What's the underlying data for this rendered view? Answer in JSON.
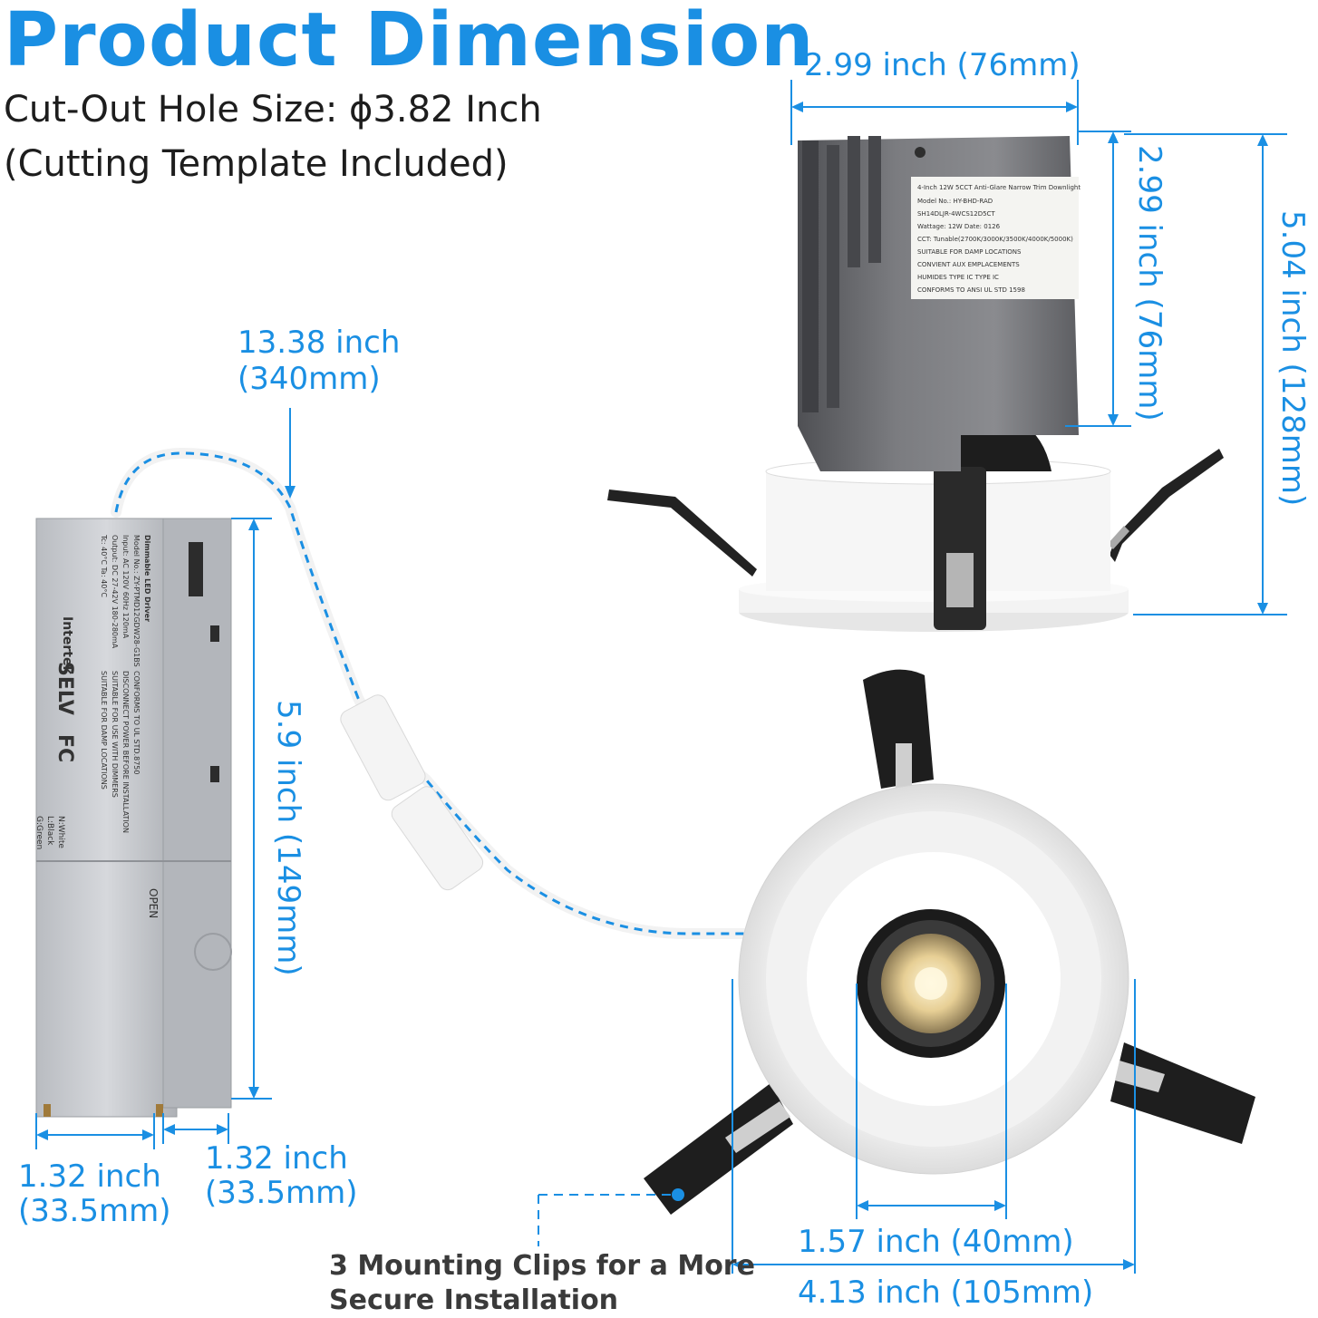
{
  "header": {
    "title": "Product Dimension",
    "cutout": "Cut-Out Hole Size: ϕ3.82 Inch",
    "template": "(Cutting Template Included)"
  },
  "dimensions": {
    "housing_width": "2.99 inch  (76mm)",
    "housing_height": "2.99 inch  (76mm)",
    "total_height": "5.04 inch  (128mm)",
    "cable_length_value": "13.38 inch",
    "cable_length_metric": "(340mm)",
    "driver_length": "5.9 inch  (149mm)",
    "driver_width_value": "1.32 inch",
    "driver_width_metric": "(33.5mm)",
    "driver_depth_value": "1.32 inch",
    "driver_depth_metric": "(33.5mm)",
    "aperture": "1.57 inch  (40mm)",
    "trim_diameter": "4.13 inch  (105mm)"
  },
  "notes": {
    "clips_line1": "3 Mounting Clips for a More",
    "clips_line2": "Secure Installation"
  },
  "colors": {
    "accent": "#1a8fe3",
    "housing": "#6b6c70",
    "trim": "#f7f7f7",
    "driver": "#c9ccd0"
  },
  "product_labels": {
    "housing_label_lines": [
      "4-Inch 12W 5CCT Anti-Glare Narrow Trim Downlight",
      "Model No.: HY-BHD-RAD",
      "SH14DLJR-4WCS12D5CT",
      "Wattage: 12W Date: 0126",
      "CCT: Tunable(2700K/3000K/3500K/4000K/5000K)",
      "SUITABLE FOR DAMP LOCATIONS",
      "CONVIENT AUX EMPLACEMENTS",
      "HUMIDES TYPE IC TYPE IC",
      "CONFORMS TO ANSI UL STD 1598"
    ],
    "driver_label_title": "Dimmable LED Driver",
    "driver_label_lines": [
      "Model No.: ZY-PTMD12GDW28-G1BS",
      "Input: AC 120V 60Hz 120mA",
      "Output: DC 27-42V 180-280mA",
      "Tc: 40°C  Ta: 40°C",
      "CONFORMS TO UL STD.8750",
      "DISCONNECT POWER BEFORE INSTALLATION",
      "SUITABLE FOR USE WITH DIMMERS",
      "SUITABLE FOR DAMP LOCATIONS"
    ],
    "driver_marks": [
      "Intertek",
      "SELV",
      "FC"
    ],
    "driver_wires": [
      "N:White",
      "L:Black",
      "G:Green"
    ],
    "driver_cover_text": "OPEN"
  }
}
